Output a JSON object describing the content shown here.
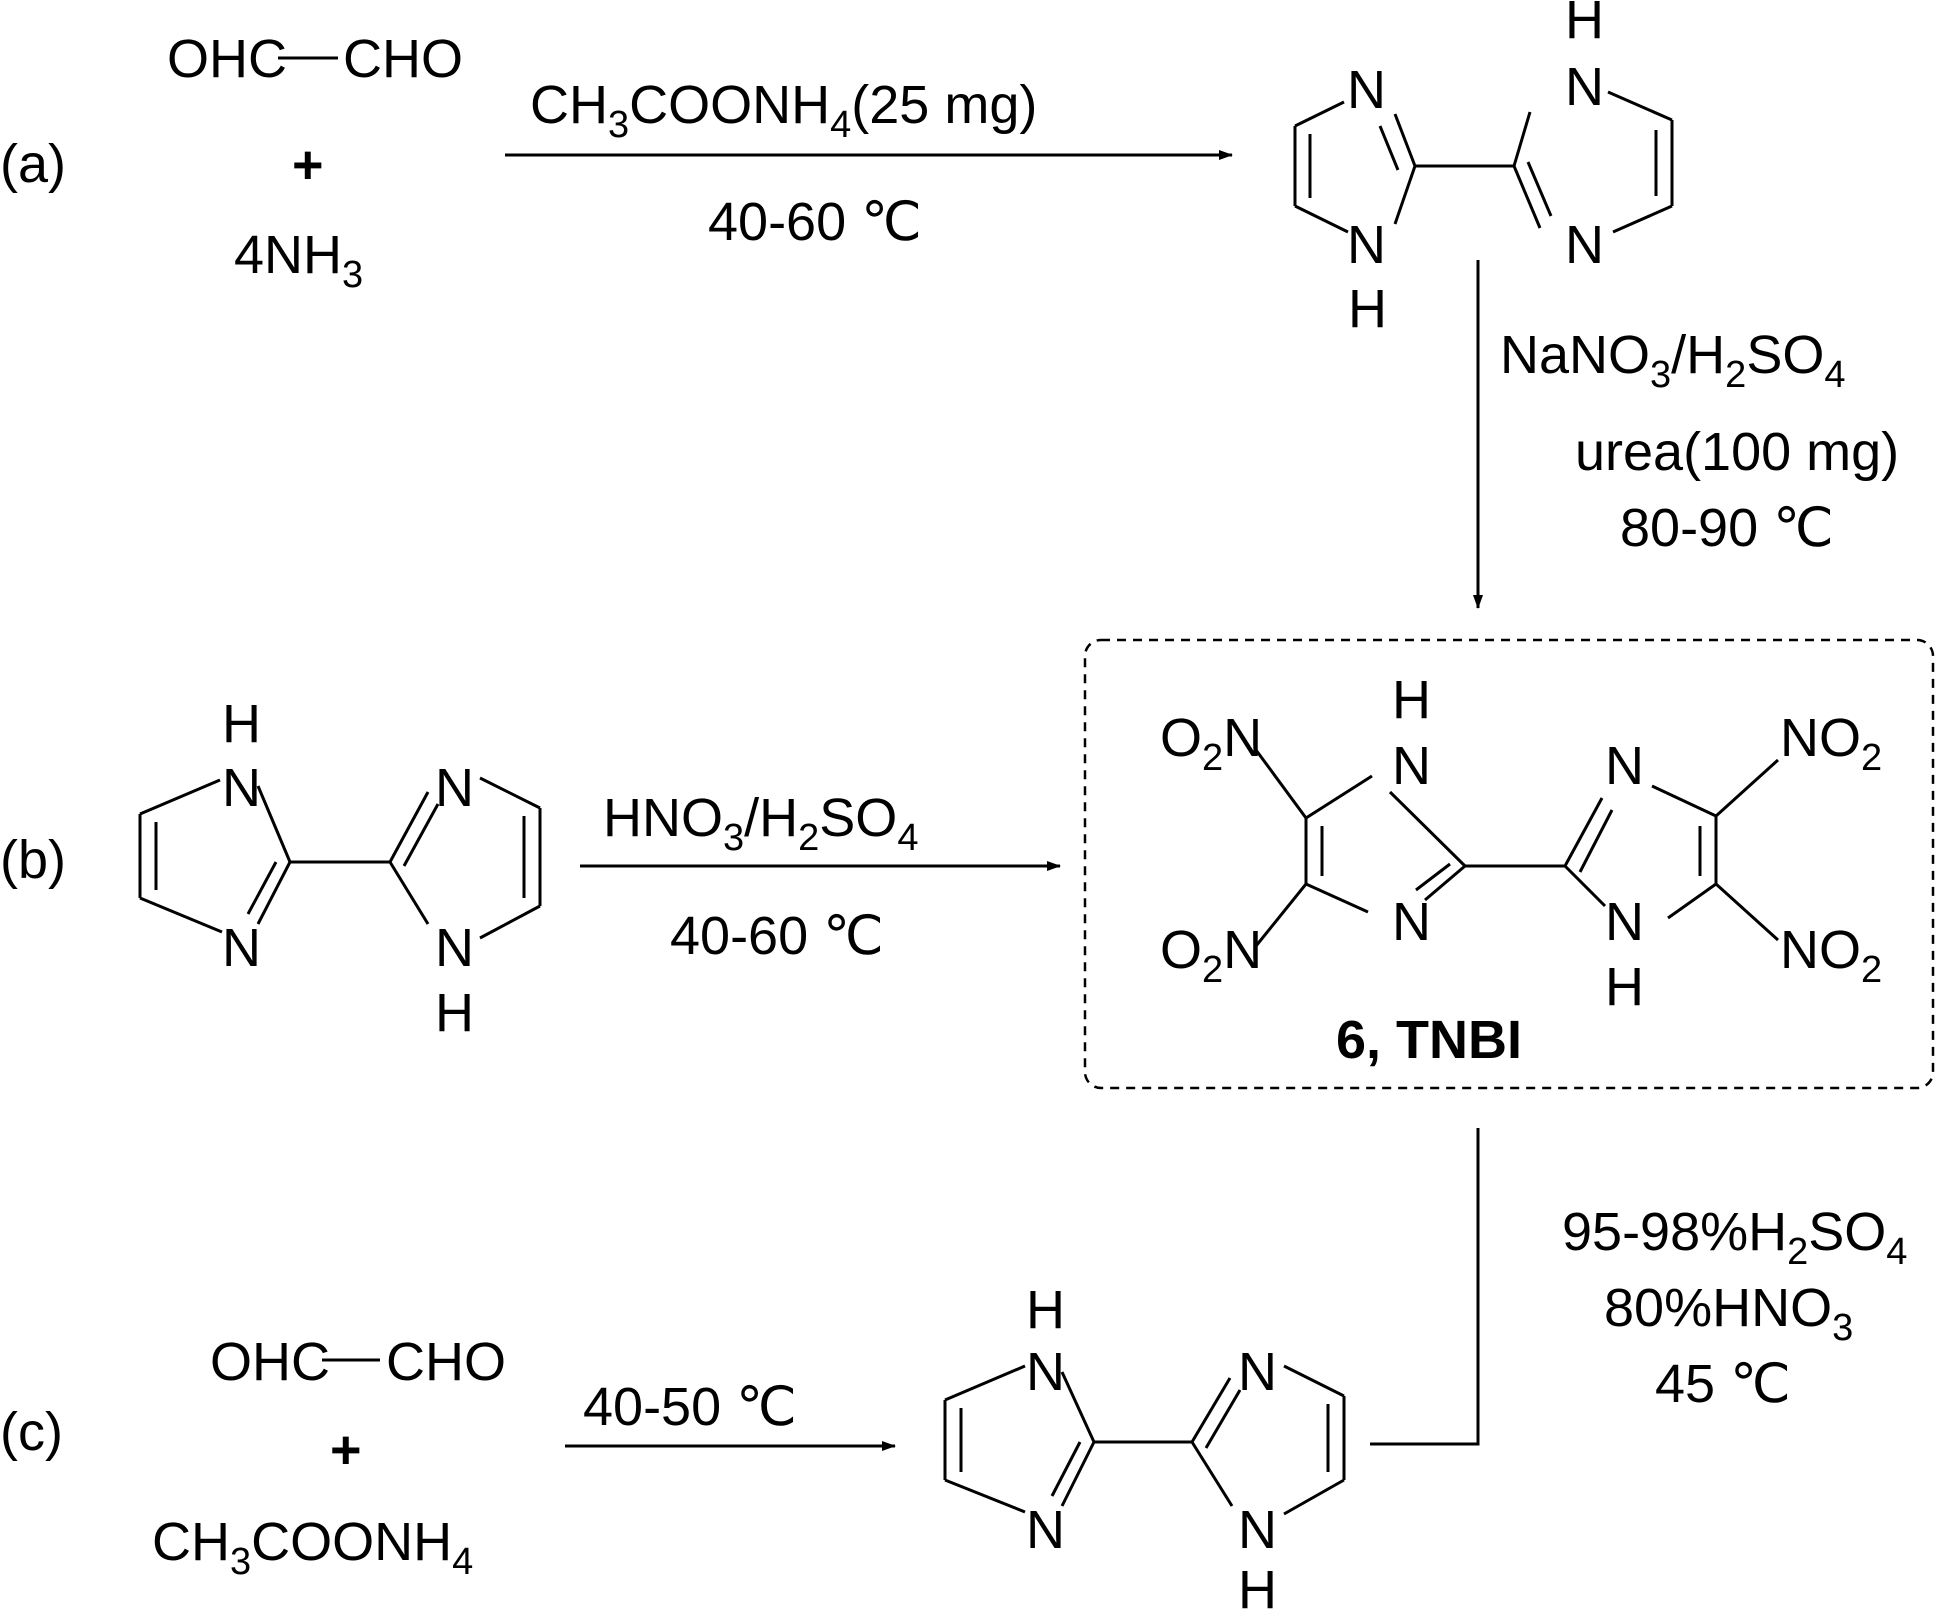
{
  "scheme": {
    "route_a": {
      "label": "(a)",
      "reactant_1_left": "OHC",
      "reactant_1_right": "CHO",
      "plus": "+",
      "reactant_2": "4NH",
      "reactant_2_sub": "3",
      "condition_1_a": "CH",
      "condition_1_sub1": "3",
      "condition_1_b": "COONH",
      "condition_1_sub2": "4",
      "condition_1_c": "(25 mg)",
      "condition_2": "40-60 ℃"
    },
    "nitration_a": {
      "line1_a": "NaNO",
      "line1_sub1": "3",
      "line1_b": "/H",
      "line1_sub2": "2",
      "line1_c": "SO",
      "line1_sub3": "4",
      "line2": "urea(100 mg)",
      "line3": "80-90 ℃"
    },
    "route_b": {
      "label": "(b)",
      "condition_1_a": "HNO",
      "condition_1_sub1": "3",
      "condition_1_b": "/H",
      "condition_1_sub2": "2",
      "condition_1_c": "SO",
      "condition_1_sub3": "4",
      "condition_2": "40-60 ℃"
    },
    "product": {
      "name": "6, TNBI",
      "nitro_main": "NO",
      "nitro_sub": "2",
      "nitro_left_main": "O",
      "nitro_left_sub": "2",
      "nitro_left_tail": "N"
    },
    "route_c": {
      "label": "(c)",
      "reactant_1_left": "OHC",
      "reactant_1_right": "CHO",
      "plus": "+",
      "reactant_2_a": "CH",
      "reactant_2_sub1": "3",
      "reactant_2_b": "COONH",
      "reactant_2_sub2": "4",
      "condition": "40-50 ℃",
      "nitration_line1_a": "95-98%H",
      "nitration_line1_sub1": "2",
      "nitration_line1_b": "SO",
      "nitration_line1_sub2": "4",
      "nitration_line2_a": "80%HNO",
      "nitration_line2_sub": "3",
      "nitration_line3": "45 ℃"
    },
    "atoms": {
      "N": "N",
      "H": "H"
    }
  }
}
